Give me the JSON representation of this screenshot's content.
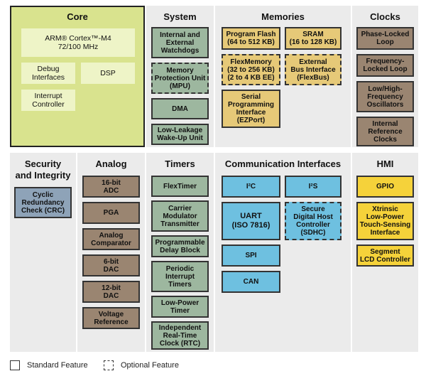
{
  "panels": {
    "core": {
      "title": "Core",
      "cpu": "ARM® Cortex™-M4\n72/100 MHz",
      "debug": "Debug\nInterfaces",
      "dsp": "DSP",
      "interrupt": "Interrupt\nController"
    },
    "system": {
      "title": "System",
      "blocks": [
        "Internal and\nExternal\nWatchdogs",
        "Memory\nProtection Unit\n(MPU)",
        "DMA",
        "Low-Leakage\nWake-Up Unit"
      ]
    },
    "memories": {
      "title": "Memories",
      "blocks": [
        "Program Flash\n(64 to 512 KB)",
        "SRAM\n(16 to 128 KB)",
        "FlexMemory\n(32 to 256 KB)\n(2 to 4 KB EE)",
        "External\nBus Interface\n(FlexBus)",
        "Serial\nProgramming\nInterface\n(EZPort)"
      ]
    },
    "clocks": {
      "title": "Clocks",
      "blocks": [
        "Phase-Locked\nLoop",
        "Frequency-\nLocked Loop",
        "Low/High-\nFrequency\nOscillators",
        "Internal\nReference\nClocks"
      ]
    },
    "security": {
      "title": "Security\nand Integrity",
      "blocks": [
        "Cyclic\nRedundancy\nCheck (CRC)"
      ]
    },
    "analog": {
      "title": "Analog",
      "blocks": [
        "16-bit\nADC",
        "PGA",
        "Analog\nComparator",
        "6-bit\nDAC",
        "12-bit\nDAC",
        "Voltage\nReference"
      ]
    },
    "timers": {
      "title": "Timers",
      "blocks": [
        "FlexTimer",
        "Carrier\nModulator\nTransmitter",
        "Programmable\nDelay Block",
        "Periodic\nInterrupt\nTimers",
        "Low-Power\nTimer",
        "Independent\nReal-Time\nClock (RTC)"
      ]
    },
    "comm": {
      "title": "Communication Interfaces",
      "blocks": [
        "I²C",
        "I²S",
        "UART\n(ISO 7816)",
        "Secure\nDigital Host\nController\n(SDHC)",
        "SPI",
        "CAN"
      ]
    },
    "hmi": {
      "title": "HMI",
      "blocks": [
        "GPIO",
        "Xtrinsic\nLow-Power\nTouch-Sensing\nInterface",
        "Segment\nLCD Controller"
      ]
    }
  },
  "legend": {
    "standard": "Standard Feature",
    "optional": "Optional Feature"
  }
}
